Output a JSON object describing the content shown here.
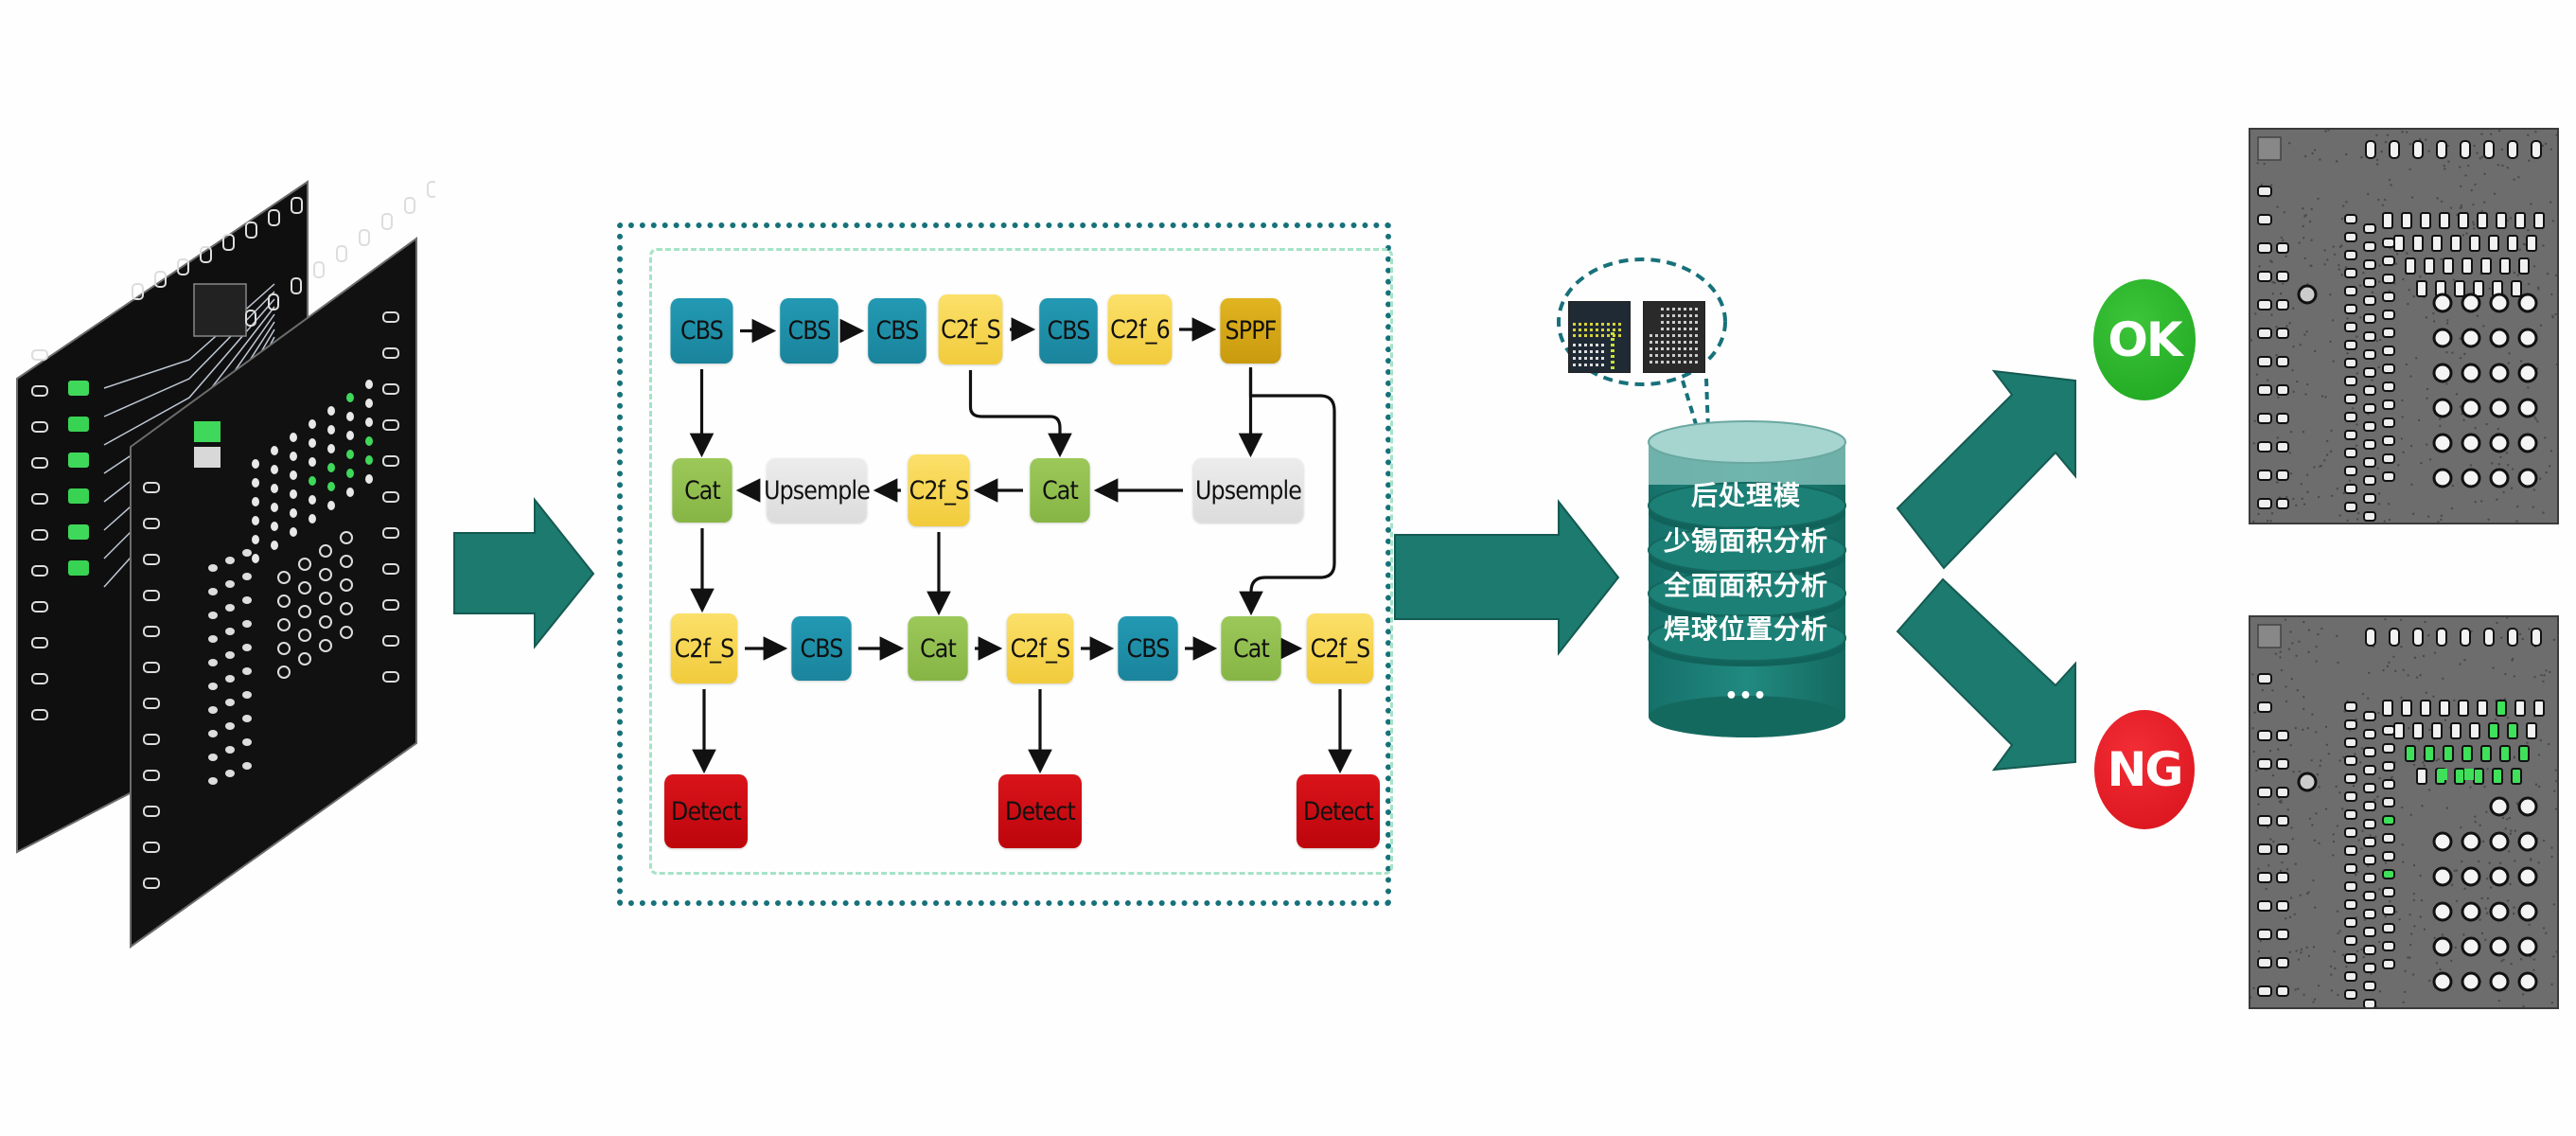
{
  "diagram": {
    "input": {
      "label": "PCB input images",
      "boards": [
        "pcb-board-back",
        "pcb-board-front"
      ]
    },
    "network": {
      "nodes": [
        {
          "id": "b1",
          "label": "CBS",
          "type": "cbs"
        },
        {
          "id": "b2",
          "label": "CBS",
          "type": "cbs"
        },
        {
          "id": "b3",
          "label": "CBS",
          "type": "cbs"
        },
        {
          "id": "b4",
          "label": "C2f_S",
          "type": "c2f"
        },
        {
          "id": "b5",
          "label": "CBS",
          "type": "cbs"
        },
        {
          "id": "b6",
          "label": "C2f_6",
          "type": "c2f"
        },
        {
          "id": "b7",
          "label": "SPPF",
          "type": "sppf"
        },
        {
          "id": "m1",
          "label": "Cat",
          "type": "cat"
        },
        {
          "id": "m2",
          "label": "Upsemple",
          "type": "ups"
        },
        {
          "id": "m3",
          "label": "C2f_S",
          "type": "c2f"
        },
        {
          "id": "m4",
          "label": "Cat",
          "type": "cat"
        },
        {
          "id": "m5",
          "label": "Upsemple",
          "type": "ups"
        },
        {
          "id": "l1",
          "label": "C2f_S",
          "type": "c2f"
        },
        {
          "id": "l2",
          "label": "CBS",
          "type": "cbs"
        },
        {
          "id": "l3",
          "label": "Cat",
          "type": "cat"
        },
        {
          "id": "l4",
          "label": "C2f_S",
          "type": "c2f"
        },
        {
          "id": "l5",
          "label": "CBS",
          "type": "cbs"
        },
        {
          "id": "l6",
          "label": "Cat",
          "type": "cat"
        },
        {
          "id": "l7",
          "label": "C2f_S",
          "type": "c2f"
        },
        {
          "id": "d1",
          "label": "Detect",
          "type": "det"
        },
        {
          "id": "d2",
          "label": "Detect",
          "type": "det"
        },
        {
          "id": "d3",
          "label": "Detect",
          "type": "det"
        }
      ],
      "edges": [
        [
          "b1",
          "b2"
        ],
        [
          "b2",
          "b3"
        ],
        [
          "b4",
          "b5"
        ],
        [
          "b6",
          "b7"
        ],
        [
          "b1",
          "m1"
        ],
        [
          "b4",
          "m4"
        ],
        [
          "b7",
          "m5"
        ],
        [
          "b7",
          "l6"
        ],
        [
          "m5",
          "m4"
        ],
        [
          "m4",
          "m3"
        ],
        [
          "m3",
          "m2"
        ],
        [
          "m2",
          "m1"
        ],
        [
          "m1",
          "l1"
        ],
        [
          "m3",
          "l3"
        ],
        [
          "l1",
          "l2"
        ],
        [
          "l2",
          "l3"
        ],
        [
          "l3",
          "l4"
        ],
        [
          "l4",
          "l5"
        ],
        [
          "l5",
          "l6"
        ],
        [
          "l6",
          "l7"
        ],
        [
          "l1",
          "d1"
        ],
        [
          "l4",
          "d2"
        ],
        [
          "l7",
          "d3"
        ]
      ]
    },
    "postprocess": {
      "layers": [
        "后处理模",
        "少锡面积分析",
        "全面面积分析",
        "焊球位置分析",
        "•••"
      ]
    },
    "results": {
      "ok_label": "OK",
      "ng_label": "NG",
      "ok_color": "#22aa22",
      "ng_color": "#e01a22"
    },
    "colors": {
      "arrow": "#1c7a6e",
      "cbs": "#1e8fa8",
      "c2f": "#f5d34a",
      "sppf": "#d4a514",
      "cat": "#8fbf4a",
      "upsample": "#e2e2e2",
      "detect": "#cc0a10"
    }
  }
}
